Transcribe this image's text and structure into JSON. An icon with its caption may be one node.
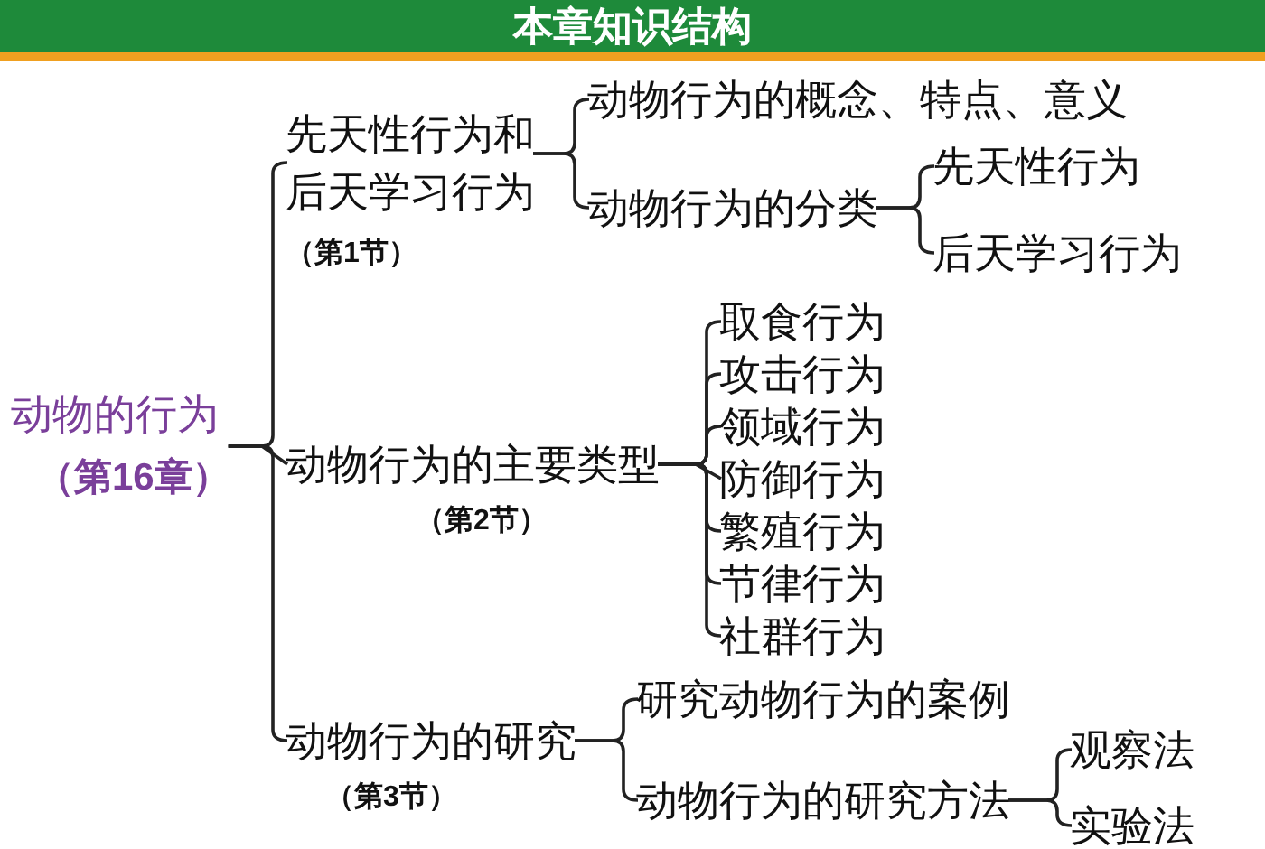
{
  "diagram": {
    "title": "本章知识结构",
    "nodes": [
      {
        "text": [
          "动物的行为",
          "（第16章）"
        ]
      },
      {
        "text": [
          "先天性行为和后天学习行为",
          "（第1节）"
        ]
      },
      {
        "text": [
          "动物行为的主要类型",
          "（第2节）"
        ]
      },
      {
        "text": [
          "动物行为的研究",
          "（第3节）"
        ]
      },
      {
        "text": [
          "动物行为的概念、特点、意义"
        ]
      },
      {
        "text": [
          "动物行为的分类"
        ]
      },
      {
        "text": [
          "先天性行为"
        ]
      },
      {
        "text": [
          "后天学习行为"
        ]
      },
      {
        "text": [
          "取食行为"
        ]
      },
      {
        "text": [
          "攻击行为"
        ]
      },
      {
        "text": [
          "领域行为"
        ]
      },
      {
        "text": [
          "防御行为"
        ]
      },
      {
        "text": [
          "繁殖行为"
        ]
      },
      {
        "text": [
          "节律行为"
        ]
      },
      {
        "text": [
          "社群行为"
        ]
      },
      {
        "text": [
          "研究动物行为的案例"
        ]
      },
      {
        "text": [
          "动物行为的研究方法"
        ]
      },
      {
        "text": [
          "观察法"
        ]
      },
      {
        "text": [
          "实验法"
        ]
      }
    ],
    "edges": [
      {
        "from": 0,
        "to": 1,
        "arrow": "none"
      },
      {
        "from": 0,
        "to": 2,
        "arrow": "none"
      },
      {
        "from": 0,
        "to": 3,
        "arrow": "none"
      },
      {
        "from": 1,
        "to": 4,
        "arrow": "none"
      },
      {
        "from": 1,
        "to": 5,
        "arrow": "none"
      },
      {
        "from": 5,
        "to": 6,
        "arrow": "none"
      },
      {
        "from": 5,
        "to": 7,
        "arrow": "none"
      },
      {
        "from": 2,
        "to": 8,
        "arrow": "none"
      },
      {
        "from": 2,
        "to": 9,
        "arrow": "none"
      },
      {
        "from": 2,
        "to": 10,
        "arrow": "none"
      },
      {
        "from": 2,
        "to": 11,
        "arrow": "none"
      },
      {
        "from": 2,
        "to": 12,
        "arrow": "none"
      },
      {
        "from": 2,
        "to": 13,
        "arrow": "none"
      },
      {
        "from": 2,
        "to": 14,
        "arrow": "none"
      },
      {
        "from": 3,
        "to": 15,
        "arrow": "none"
      },
      {
        "from": 3,
        "to": 16,
        "arrow": "none"
      },
      {
        "from": 16,
        "to": 17,
        "arrow": "none"
      },
      {
        "from": 16,
        "to": 18,
        "arrow": "none"
      }
    ]
  }
}
